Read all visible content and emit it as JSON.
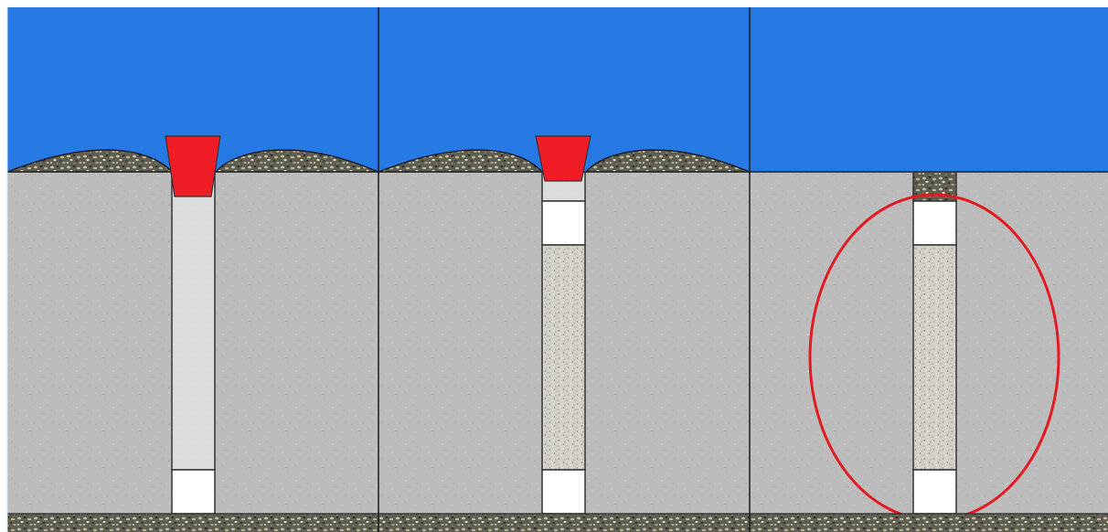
{
  "diagram": {
    "panel_count": 3,
    "panels": [
      {
        "stage": 1,
        "plug": "red-cap-seal",
        "surface": "mounded-gravel-cover",
        "column": [
          {
            "material": "fill-light",
            "zone": "shaft"
          },
          {
            "material": "seal-white",
            "zone": "lower"
          },
          {
            "material": "gravel",
            "zone": "base"
          }
        ],
        "highlight": false
      },
      {
        "stage": 2,
        "plug": "red-cap-seal",
        "surface": "mounded-gravel-cover",
        "column": [
          {
            "material": "seal-white",
            "zone": "upper"
          },
          {
            "material": "speckled-fill",
            "zone": "middle"
          },
          {
            "material": "seal-white",
            "zone": "lower"
          },
          {
            "material": "gravel",
            "zone": "base"
          }
        ],
        "highlight": false
      },
      {
        "stage": 3,
        "plug": "none",
        "surface": "flat",
        "column": [
          {
            "material": "gravel",
            "zone": "top"
          },
          {
            "material": "seal-white",
            "zone": "upper"
          },
          {
            "material": "speckled-fill",
            "zone": "middle"
          },
          {
            "material": "seal-white",
            "zone": "lower"
          },
          {
            "material": "gravel",
            "zone": "base"
          }
        ],
        "highlight": true
      }
    ]
  },
  "colors": {
    "sky": "#2779e3",
    "ground": "#bdbdbd",
    "ground_light": "#cfcfcf",
    "gravel_base": "#5b5a4e",
    "gravel_light": "#c9c3a6",
    "plug": "#ee1c25",
    "seal": "#ffffff",
    "shaft_fill": "#dedede",
    "speckled_fill": "#cfccc2",
    "highlight_ring": "#e21b22",
    "divider": "#1a1a1a"
  }
}
